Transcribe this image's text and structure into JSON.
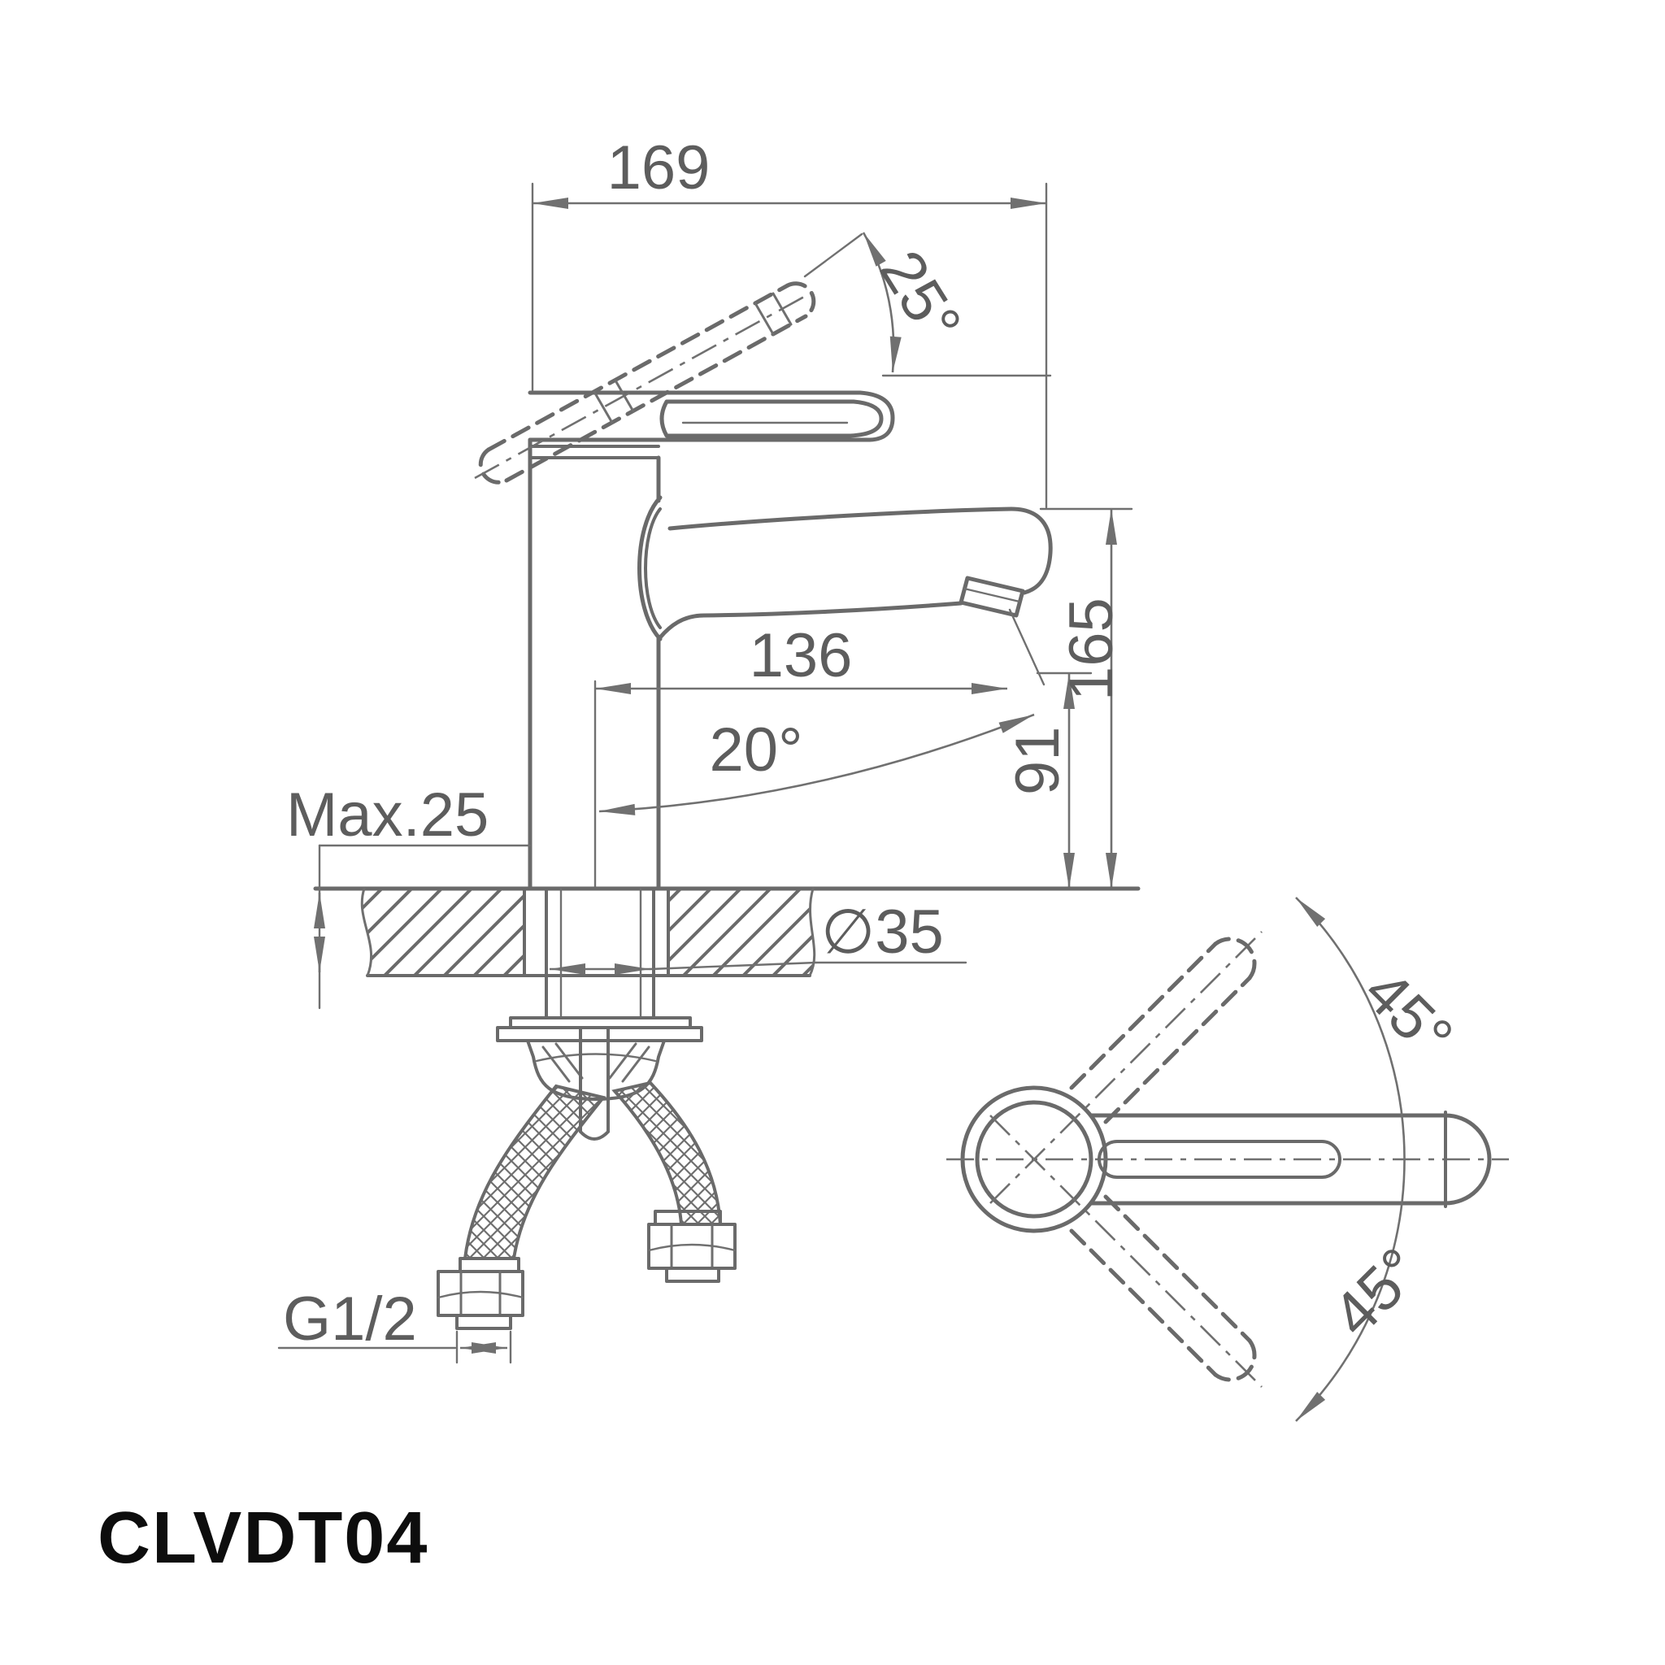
{
  "labels": {
    "overall_width": "169",
    "handle_angle": "25°",
    "spout_reach": "136",
    "stream_angle": "20°",
    "overall_height": "165",
    "spout_height": "91",
    "max_deck_thickness": "Max.25",
    "hole_diameter": "∅35",
    "inlet_thread": "G1/2",
    "swing_upper": "45°",
    "swing_lower": "45°",
    "model_code": "CLVDT04"
  }
}
